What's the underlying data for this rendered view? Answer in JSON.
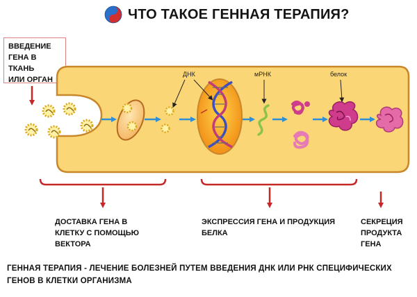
{
  "header": {
    "title": "ЧТО ТАКОЕ ГЕННАЯ ТЕРАПИЯ?",
    "logo_icon": "yin-yang-logo-icon"
  },
  "intro_label": "ВВЕДЕНИЕ\nГЕНА В ТКАНЬ\nИЛИ ОРГАН",
  "tags": {
    "dna": "ДНК",
    "mrna": "мРНК",
    "protein": "белок"
  },
  "captions": {
    "delivery": "ДОСТАВКА ГЕНА В\nКЛЕТКУ С ПОМОЩЬЮ\nВЕКТОРА",
    "expression": "ЭКСПРЕССИЯ ГЕНА И ПРОДУКЦИЯ\nБЕЛКА",
    "secretion": "СЕКРЕЦИЯ\nПРОДУКТА\nГЕНА"
  },
  "footer": "ГЕННАЯ ТЕРАПИЯ - ЛЕЧЕНИЕ БОЛЕЗНЕЙ ПУТЕМ ВВЕДЕНИЯ ДНК ИЛИ РНК СПЕЦИФИЧЕСКИХ ГЕНОВ В КЛЕТКИ ОРГАНИЗМА",
  "colors": {
    "cell_fill": "#fbd676",
    "cell_border": "#c8872a",
    "arrow_red": "#c62828",
    "arrow_blue": "#2f8fd6",
    "vector_gold": "#d9a81c",
    "nucleus_fill": "#f7a21c",
    "dna_strand_a": "#3c4fc2",
    "dna_strand_b": "#c23c7a",
    "mrna_strand": "#8bc34a",
    "protein_pink": "#d03c8c"
  }
}
